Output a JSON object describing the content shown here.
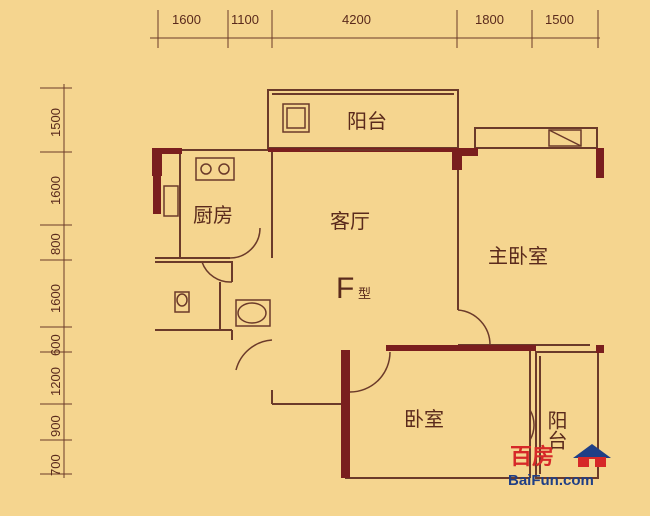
{
  "dimensions": {
    "top": [
      "1600",
      "1100",
      "4200",
      "1800",
      "1500"
    ],
    "left": [
      "1500",
      "1600",
      "800",
      "1600",
      "600",
      "1200",
      "900",
      "700"
    ]
  },
  "rooms": {
    "balcony_top": "阳台",
    "kitchen": "厨房",
    "living": "客厅",
    "master": "主卧室",
    "bedroom": "卧室",
    "balcony_right": "阳台"
  },
  "unit_type": {
    "letter": "F",
    "suffix": "型"
  },
  "watermark": {
    "cn": "百房",
    "en": "BaiFun.com"
  },
  "colors": {
    "background": "#f5d58f",
    "wall": "#7a1e1e",
    "line": "#6b3a2a"
  }
}
